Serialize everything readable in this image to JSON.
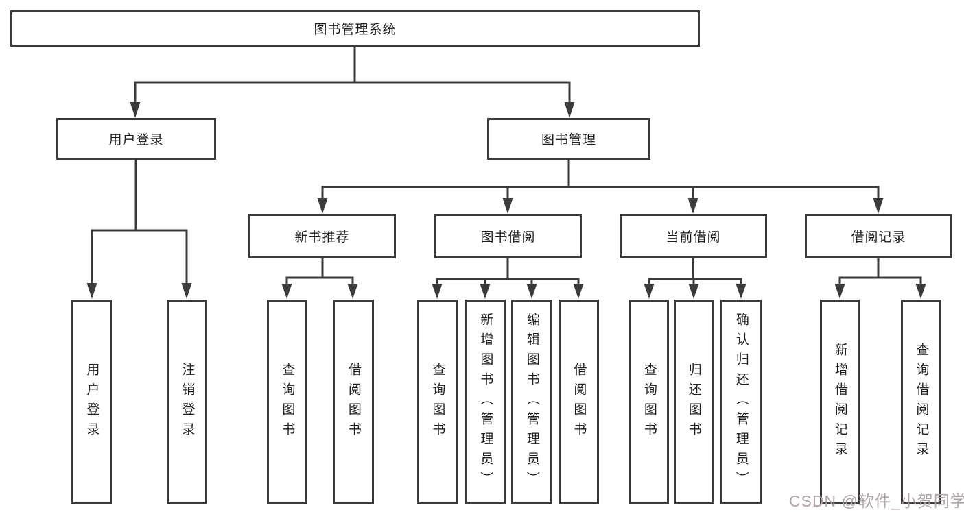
{
  "diagram": {
    "title": "图书管理系统",
    "tree": {
      "root": {
        "label": "图书管理系统",
        "children": [
          {
            "label": "用户登录",
            "children": [
              {
                "label": "用户登录"
              },
              {
                "label": "注销登录"
              }
            ]
          },
          {
            "label": "图书管理",
            "children": [
              {
                "label": "新书推荐",
                "children": [
                  {
                    "label": "查询图书"
                  },
                  {
                    "label": "借阅图书"
                  }
                ]
              },
              {
                "label": "图书借阅",
                "children": [
                  {
                    "label": "查询图书"
                  },
                  {
                    "label": "新增图书（管理员）"
                  },
                  {
                    "label": "编辑图书（管理员）"
                  },
                  {
                    "label": "借阅图书"
                  }
                ]
              },
              {
                "label": "当前借阅",
                "children": [
                  {
                    "label": "查询图书"
                  },
                  {
                    "label": "归还图书"
                  },
                  {
                    "label": "确认归还（管理员）"
                  }
                ]
              },
              {
                "label": "借阅记录",
                "children": [
                  {
                    "label": "新增借阅记录"
                  },
                  {
                    "label": "查询借阅记录"
                  }
                ]
              }
            ]
          }
        ]
      }
    },
    "colors": {
      "line": "#3b3b3b",
      "box_border": "#3b3b3b",
      "text": "#1f1f1f",
      "background": "#ffffff",
      "watermark": "#b3a4a7"
    }
  },
  "watermark": {
    "text": "CSDN @软件_小贺同学"
  }
}
